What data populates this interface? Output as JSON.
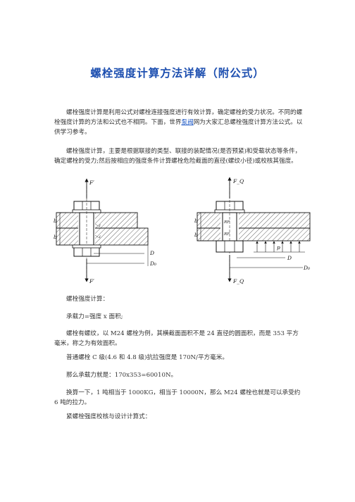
{
  "document": {
    "title": "螺栓强度计算方法详解（附公式）",
    "intro": {
      "before_link": "螺栓强度计算是利用公式对螺栓连接强度进行有效计算，确定螺栓的受力状况。不同的螺栓强度计算的方法和公式也不相同。下面，世界",
      "link_text": "泵阀",
      "after_link": "网为大家汇总螺栓强度计算方法公式。以供学习参考。"
    },
    "para2": "螺栓强度计算，主要是根据联接的类型、联接的装配情况(是否预紧)和受载状态等条件，确定螺栓的受力;然后按相应的强度条件计算螺栓危险截面的直径(螺纹小径)或校核其强度。",
    "figure": {
      "left": {
        "force_top": "F′",
        "force_bottom": "F′",
        "dim_b_upper": "b",
        "dim_b_lower": "b",
        "label_i1": "i",
        "label_i2": "i",
        "label_D": "D",
        "label_D0": "D₀"
      },
      "right": {
        "force_top": "F_Q",
        "force_bottom": "F_Q",
        "dim_b_upper": "b",
        "dim_b_lower": "b",
        "label_RF1": "RF",
        "label_RF2": "RF",
        "label_p": "p",
        "label_D": "D",
        "label_D0": "D₀"
      }
    },
    "para3": "螺栓强度计算：",
    "para4": "承载力=强度 x 面积;",
    "para5": "螺栓有螺纹，以 M24 螺栓为例，其横截面面积不是 24 直径的圆面积，而是 353 平方毫米，称之为有效面积。",
    "para6": "普通螺栓 C 级(4.6 和 4.8 级)抗拉强度是 170N/平方毫米。",
    "para7": "那么承载力就是：170x353=60010N。",
    "para8": "换算一下，1 吨相当于 1000KG，相当于 10000N，那么 M24 螺栓也就是可以承受约 6 吨的拉力。",
    "para9": "紧螺栓强度校核与设计计算式："
  }
}
